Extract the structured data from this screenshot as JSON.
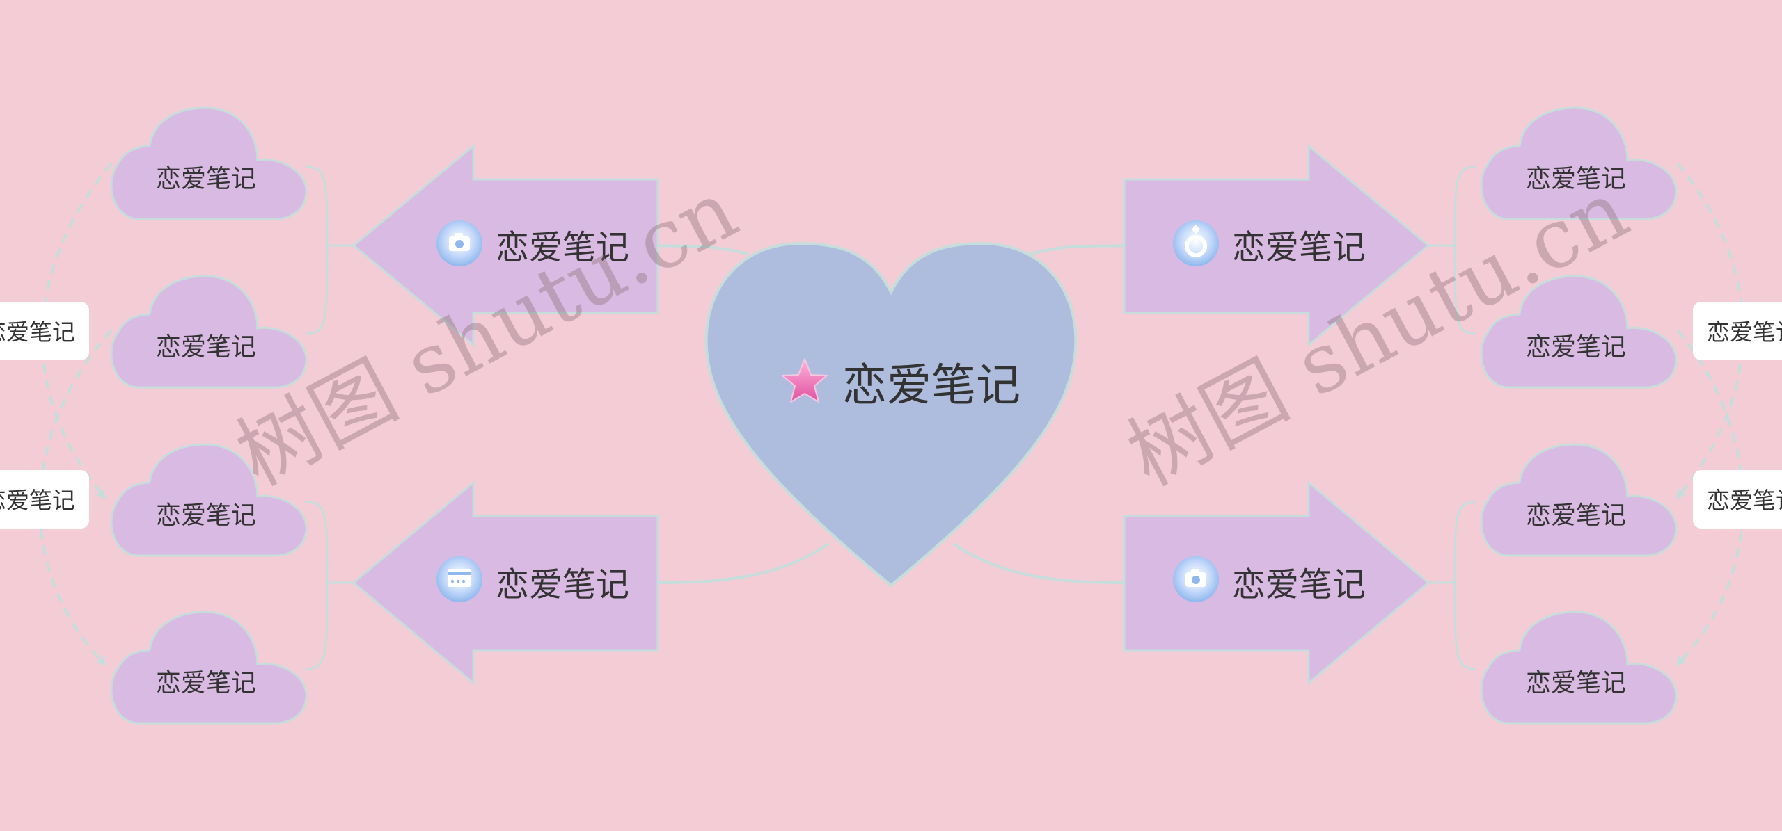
{
  "colors": {
    "background": "#f4ccd6",
    "heart_fill": "#aebcde",
    "arrow_fill": "#d9bae2",
    "cloud_fill": "#d9bae2",
    "outline": "#c5dedc",
    "tag_fill": "#ffffff",
    "text": "#333333",
    "star": "#f27ac0",
    "icon": "#8fb8ee"
  },
  "root": {
    "label": "恋爱笔记",
    "icon": "star-icon"
  },
  "main": {
    "left_top": {
      "label": "恋爱笔记",
      "icon": "camera-icon"
    },
    "left_bottom": {
      "label": "恋爱笔记",
      "icon": "card-icon"
    },
    "right_top": {
      "label": "恋爱笔记",
      "icon": "ring-icon"
    },
    "right_bottom": {
      "label": "恋爱笔记",
      "icon": "camera-icon"
    }
  },
  "subtopics": {
    "left": [
      "恋爱笔记",
      "恋爱笔记",
      "恋爱笔记",
      "恋爱笔记"
    ],
    "right": [
      "恋爱笔记",
      "恋爱笔记",
      "恋爱笔记",
      "恋爱笔记"
    ]
  },
  "relation_labels": {
    "left": [
      "恋爱笔记",
      "恋爱笔记"
    ],
    "right": [
      "恋爱笔记",
      "恋爱笔记"
    ]
  },
  "watermark": "树图 shutu.cn"
}
